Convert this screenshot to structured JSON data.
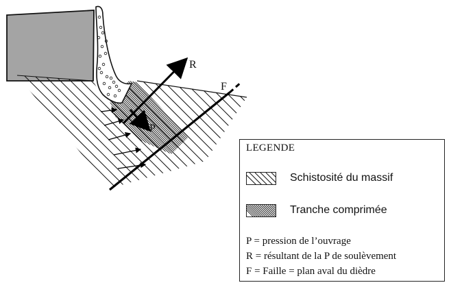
{
  "figure": {
    "labels": {
      "R": "R",
      "F": "F",
      "P": "P"
    }
  },
  "legend": {
    "title": "LEGENDE",
    "items": [
      {
        "pattern": "diagonal-hatch",
        "label": "Schistosité du massif"
      },
      {
        "pattern": "dense-hatch",
        "label": "Tranche comprimée"
      }
    ],
    "definitions": [
      "P = pression de l’ouvrage",
      "R = résultant de la P de soulèvement",
      "F = Faille = plan aval du dièdre"
    ]
  }
}
